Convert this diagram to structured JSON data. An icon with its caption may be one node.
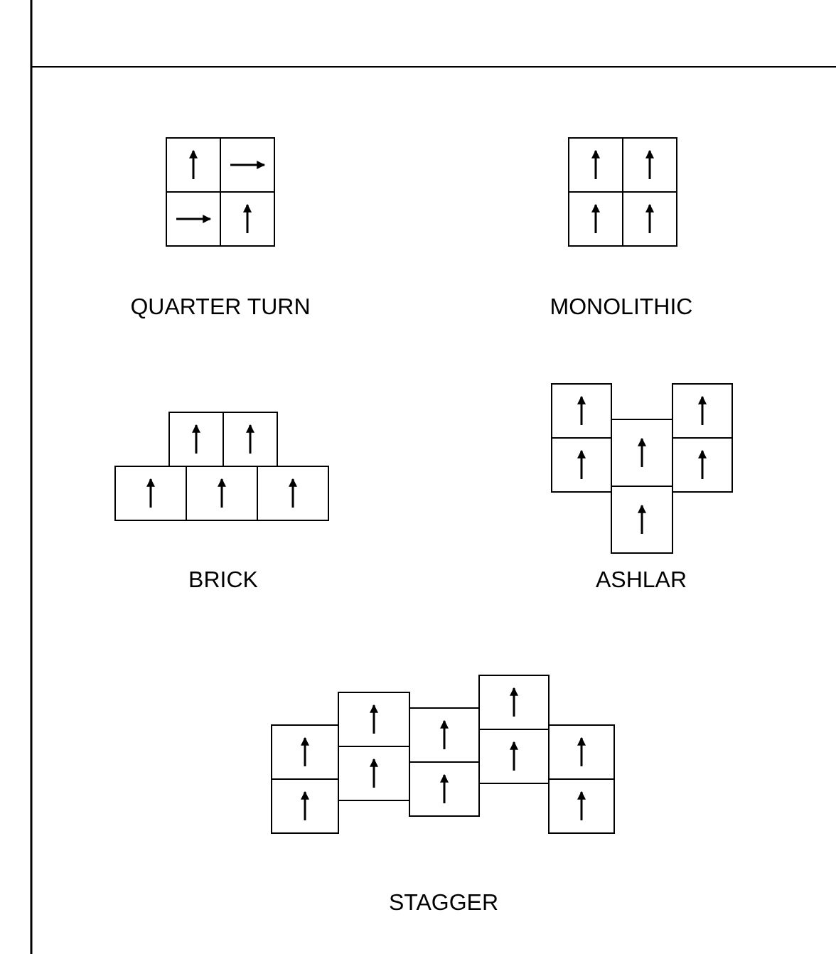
{
  "diagram": {
    "labels": [
      "QUARTER TURN",
      "MONOLITHIC",
      "BRICK",
      "ASHLAR",
      "STAGGER"
    ]
  }
}
